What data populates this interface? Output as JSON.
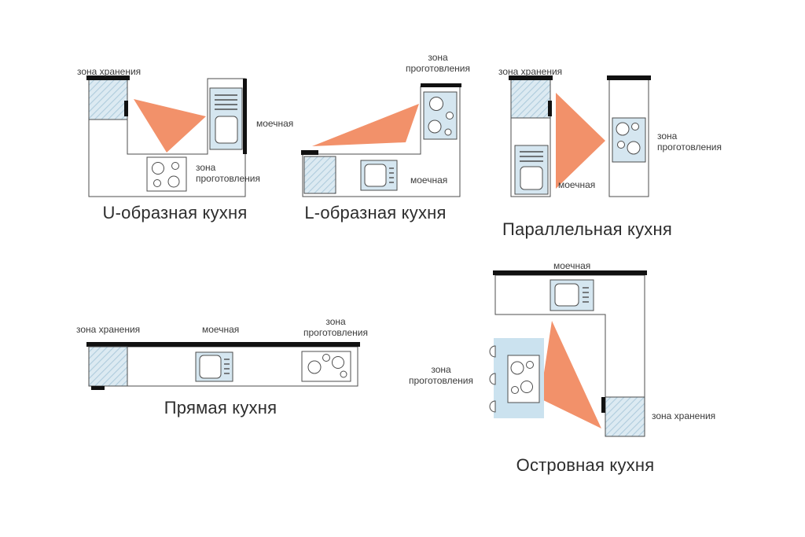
{
  "page": {
    "background": "#ffffff"
  },
  "colors": {
    "work_triangle": "#f2916a",
    "hatch_fill": "#dceaf2",
    "hatch_line": "#afccdd",
    "appliance_fill": "#d5e6f0",
    "island_fill": "#cbe2ef",
    "counter_outline": "#4d4d4d",
    "wall_bar": "#111111",
    "label_text": "#3a3a3a",
    "title_text": "#2d2d2d"
  },
  "diagrams": [
    {
      "id": "u-shape",
      "title": "U-образная кухня",
      "labels": {
        "storage": "зона хранения",
        "washing": "моечная",
        "cooking": "зона проготовления"
      }
    },
    {
      "id": "l-shape",
      "title": "L-образная кухня",
      "labels": {
        "cooking": "зона проготовления",
        "washing": "моечная"
      }
    },
    {
      "id": "parallel",
      "title": "Параллельная кухня",
      "labels": {
        "storage": "зона хранения",
        "washing": "моечная",
        "cooking": "зона проготовления"
      }
    },
    {
      "id": "straight",
      "title": "Прямая кухня",
      "labels": {
        "storage": "зона хранения",
        "washing": "моечная",
        "cooking": "зона проготовления"
      }
    },
    {
      "id": "island",
      "title": "Островная кухня",
      "labels": {
        "washing": "моечная",
        "cooking": "зона проготовления",
        "storage": "зона хранения"
      }
    }
  ]
}
